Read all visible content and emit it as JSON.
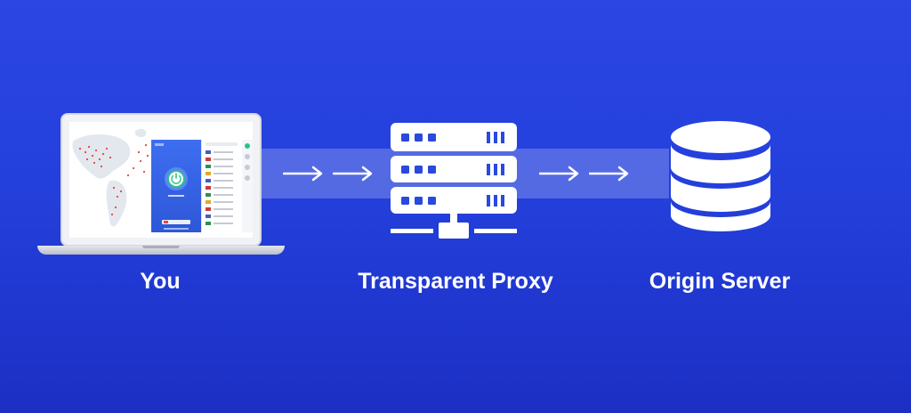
{
  "nodes": {
    "you": {
      "label": "You"
    },
    "proxy": {
      "label": "Transparent Proxy"
    },
    "origin": {
      "label": "Origin Server"
    }
  },
  "colors": {
    "background": "#2440dc",
    "band": "rgba(255,255,255,0.22)",
    "foreground": "#ffffff",
    "server_accent": "#2a49de",
    "vpn_blue": "#3e6ef0"
  },
  "icons": [
    "laptop-icon",
    "server-rack-icon",
    "database-icon",
    "arrow-right-icon"
  ]
}
